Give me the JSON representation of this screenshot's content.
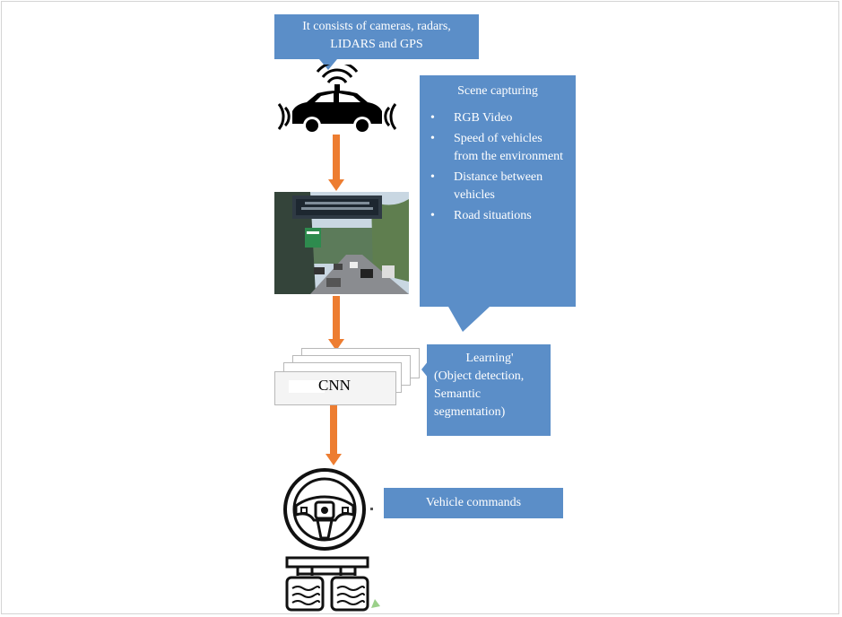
{
  "sensors_callout": {
    "line1": "It consists of cameras, radars,",
    "line2": "LIDARS and GPS"
  },
  "scene_callout": {
    "title": "Scene capturing",
    "items": [
      "RGB Video",
      "Speed of vehicles from the environment",
      "Distance between vehicles",
      "Road situations"
    ]
  },
  "cnn": {
    "label": "CNN"
  },
  "learning_callout": {
    "title": "Learning'",
    "body": "(Object detection, Semantic segmentation)"
  },
  "commands_callout": {
    "label": "Vehicle commands"
  },
  "colors": {
    "callout": "#5b8ec8",
    "arrow": "#ed7d31"
  },
  "icons": [
    "autonomous-car-icon",
    "steering-wheel-icon",
    "pedals-icon"
  ]
}
